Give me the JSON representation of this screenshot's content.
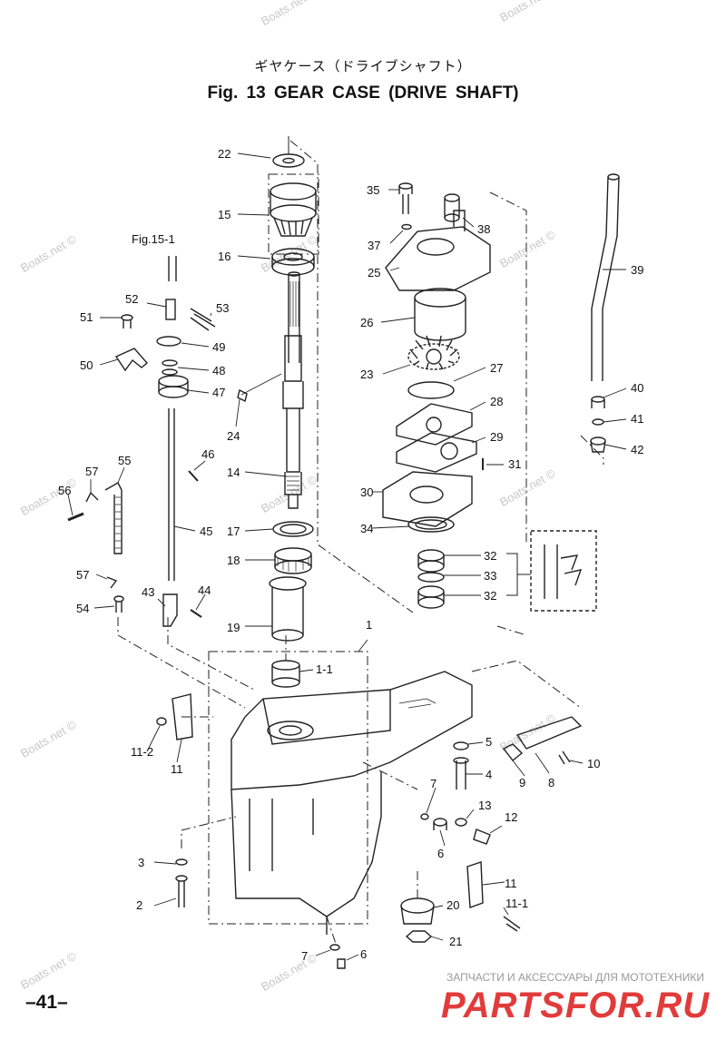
{
  "header": {
    "title_jp": "ギヤケース（ドライブシャフト）",
    "title_en": "Fig. 13   GEAR CASE  (DRIVE SHAFT)"
  },
  "page_number": "–41–",
  "footer": {
    "caption": "ЗАПЧАСТИ И АКСЕССУАРЫ ДЛЯ МОТОТЕХНИКИ",
    "brand": "PARTSFOR.RU"
  },
  "watermark": "Boats.net ©",
  "reference": "Fig.15-1",
  "part_labels": [
    "22",
    "15",
    "16",
    "35",
    "38",
    "37",
    "25",
    "39",
    "26",
    "23",
    "27",
    "28",
    "29",
    "31",
    "30",
    "34",
    "32",
    "33",
    "32",
    "40",
    "41",
    "42",
    "52",
    "51",
    "53",
    "49",
    "50",
    "48",
    "47",
    "24",
    "14",
    "46",
    "55",
    "57",
    "56",
    "45",
    "17",
    "18",
    "57",
    "54",
    "43",
    "44",
    "19",
    "1",
    "1-1",
    "11-2",
    "11",
    "5",
    "4",
    "10",
    "9",
    "8",
    "7",
    "13",
    "12",
    "6",
    "3",
    "2",
    "11",
    "11-1",
    "20",
    "21",
    "7",
    "6"
  ],
  "colors": {
    "line": "#222222",
    "brand": "#e23b3b",
    "watermark": "#c8c8c8"
  }
}
